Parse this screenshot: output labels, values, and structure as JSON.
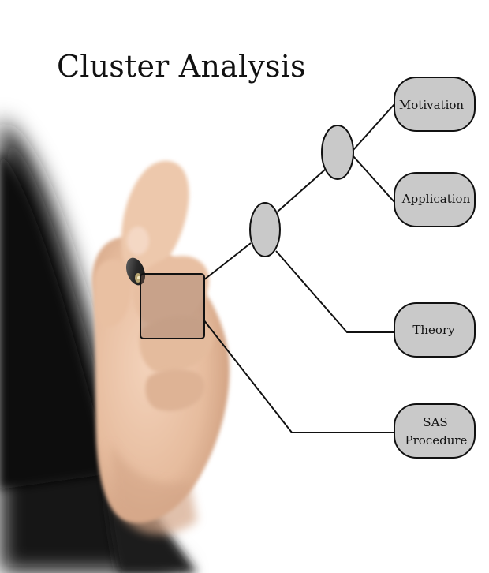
{
  "title": "Cluster Analysis",
  "nodes": {
    "leaves": [
      {
        "lines": [
          "Motivation"
        ]
      },
      {
        "lines": [
          "Application"
        ]
      },
      {
        "lines": [
          "Theory"
        ]
      },
      {
        "lines": [
          "SAS",
          "Procedure"
        ]
      }
    ]
  },
  "colors": {
    "node_fill": "#c9c9c9",
    "stroke": "#111111",
    "background_figure": "#1a1a1a",
    "hand_skin": "#e9c2a5"
  }
}
